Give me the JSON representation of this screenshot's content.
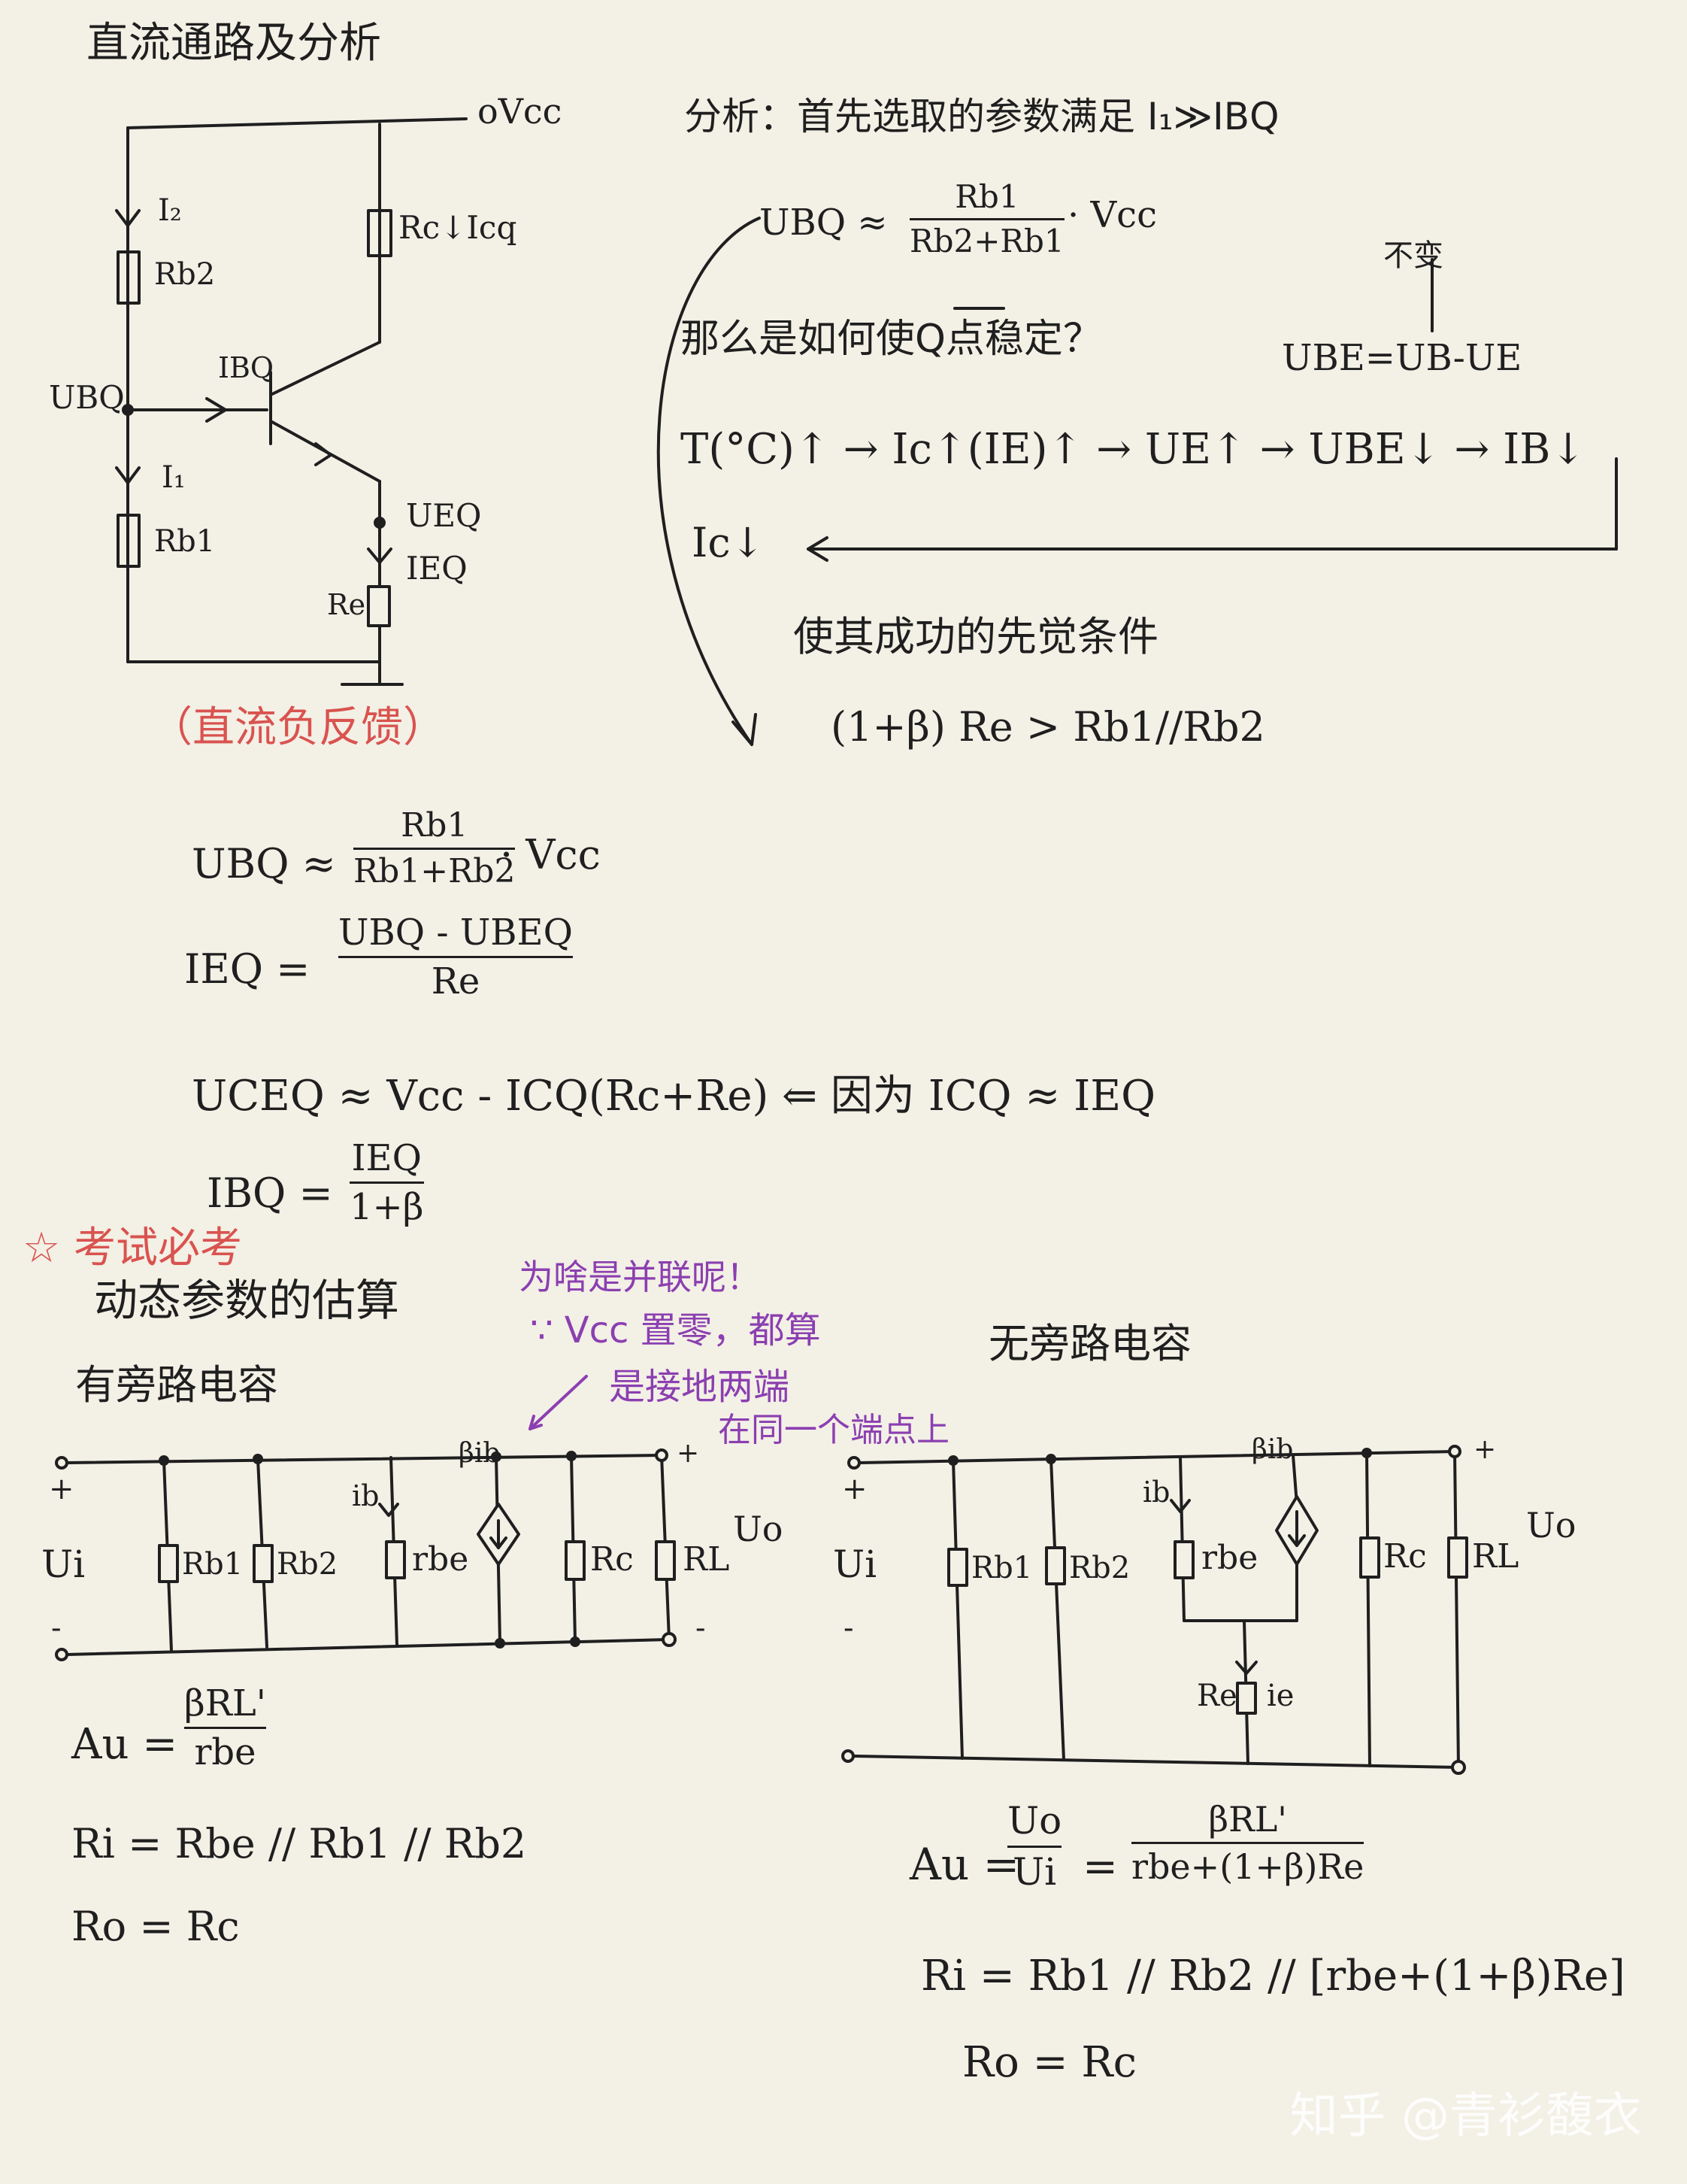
{
  "section_dc": {
    "title": "直流通路及分析",
    "vcc": "oVcc",
    "labels": {
      "i2": "I₂",
      "rb2": "Rb2",
      "rc_icq": "Rc↓Icq",
      "ubq": "UBQ",
      "ibq": "IBQ",
      "i1": "I₁",
      "rb1": "Rb1",
      "ueq": "UEQ",
      "ieq": "IEQ",
      "re": "Re"
    },
    "dc_feedback_note": "（直流负反馈）"
  },
  "analysis": {
    "heading": "分析：首先选取的参数满足 I₁≫IBQ",
    "ubq_lhs": "UBQ ≈",
    "ubq_num": "Rb1",
    "ubq_den": "Rb2+Rb1",
    "ubq_mult": "· Vcc",
    "unchanged": "不变",
    "ube_eq": "UBE=UB-UE",
    "question": "那么是如何使Q点稳定？",
    "chain": "T(°C)↑ → Ic↑(IE)↑ → UE↑ → UBE↓ → IB↓",
    "ic_down": "Ic↓",
    "condition_title": "使其成功的先觉条件",
    "condition": "(1+β) Re > Rb1//Rb2"
  },
  "formulas": {
    "ubq_lhs": "UBQ ≈",
    "ubq_num": "Rb1",
    "ubq_den": "Rb1+Rb2",
    "ubq_mult": "· Vcc",
    "ieq_lhs": "IEQ =",
    "ieq_num": "UBQ - UBEQ",
    "ieq_den": "Re",
    "uceq": "UCEQ ≈ Vcc - ICQ(Rc+Re) ⇐ 因为 ICQ ≈ IEQ",
    "ibq_lhs": "IBQ =",
    "ibq_num": "IEQ",
    "ibq_den": "1+β"
  },
  "exam_note": "☆ 考试必考",
  "dynamic_title": "动态参数的估算",
  "bypass": {
    "title": "有旁路电容",
    "labels": {
      "plus": "+",
      "ui": "Ui",
      "minus": "-",
      "rb1": "Rb1",
      "rb2": "Rb2",
      "ib": "ib",
      "rbe": "rbe",
      "bib": "βib",
      "rc": "Rc",
      "rl": "RL",
      "uo": "Uo",
      "plus_o": "+",
      "minus_o": "-"
    },
    "au_lhs": "Au =",
    "au_num": "βRL'",
    "au_den": "rbe",
    "ri": "Ri = Rbe // Rb1 // Rb2",
    "ro": "Ro = Rc"
  },
  "purple_note": {
    "line1": "为啥是并联呢！",
    "line2": "∵ Vcc 置零，都算",
    "line3": "是接地两端",
    "line4": "在同一个端点上"
  },
  "no_bypass": {
    "title": "无旁路电容",
    "labels": {
      "plus": "+",
      "ui": "Ui",
      "minus": "-",
      "rb1": "Rb1",
      "rb2": "Rb2",
      "ib": "ib",
      "rbe": "rbe",
      "bib": "βib",
      "rc": "Rc",
      "rl": "RL",
      "uo": "Uo",
      "plus_o": "+",
      "re": "Re",
      "ie": "ie"
    },
    "au_lhs": "Au =",
    "au_frac1_num": "Uo",
    "au_frac1_den": "Ui",
    "au_eq": "=",
    "au_frac2_num": "βRL'",
    "au_frac2_den": "rbe+(1+β)Re",
    "ri": "Ri = Rb1 // Rb2 // [rbe+(1+β)Re]",
    "ro": "Ro = Rc"
  },
  "watermark": "知乎 @青衫馥衣",
  "colors": {
    "ink": "#1f1f1f",
    "red": "#d9534f",
    "purple": "#8b3fb0",
    "paper": "#f3f0e6"
  }
}
